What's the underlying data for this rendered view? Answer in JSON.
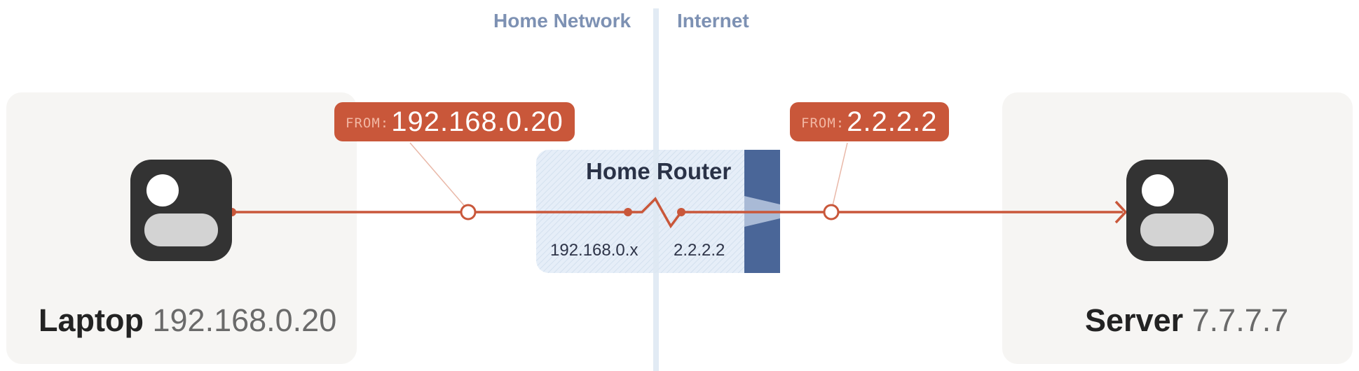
{
  "zones": {
    "left": "Home Network",
    "right": "Internet"
  },
  "laptop": {
    "name": "Laptop",
    "ip": "192.168.0.20",
    "icon": "device-icon"
  },
  "server": {
    "name": "Server",
    "ip": "7.7.7.7",
    "icon": "device-icon"
  },
  "router": {
    "title": "Home Router",
    "lan_subnet": "192.168.0.x",
    "wan_ip": "2.2.2.2"
  },
  "packet_tags": [
    {
      "from_label": "FROM:",
      "address": "192.168.0.20"
    },
    {
      "from_label": "FROM:",
      "address": "2.2.2.2"
    }
  ],
  "colors": {
    "accent": "#c9573a",
    "router_port": "#4a6698",
    "router_fill": "#e3edf7",
    "zone_text": "#7d91b3",
    "device_icon": "#333333",
    "card_bg": "#f6f5f3"
  }
}
